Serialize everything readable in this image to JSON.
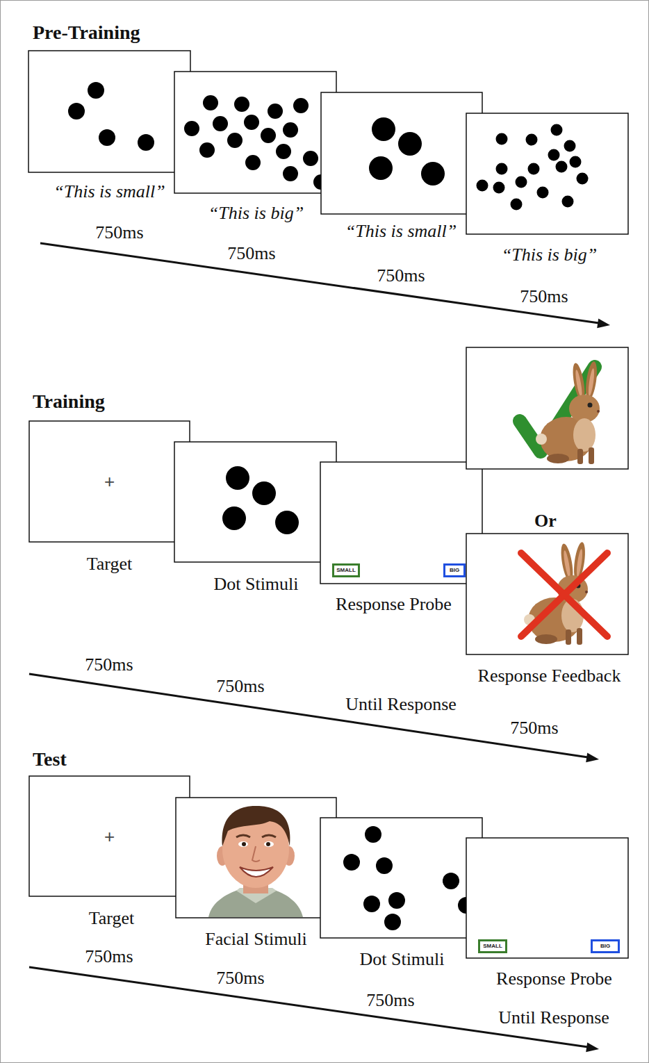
{
  "diagram": {
    "nodes": [
      {
        "text": [
          "“This is small”"
        ]
      },
      {
        "text": [
          "“This is big”"
        ]
      },
      {
        "text": [
          "“This is small”"
        ]
      },
      {
        "text": [
          "“This is big”"
        ]
      },
      {
        "text": [
          "+",
          "Target"
        ]
      },
      {
        "text": [
          "Dot Stimuli"
        ]
      },
      {
        "text": [
          "Response Probe"
        ]
      },
      {
        "text": [
          "SMALL"
        ],
        "in": 6
      },
      {
        "text": [
          "BIG"
        ],
        "in": 6
      },
      {
        "text": [
          "Response Feedback"
        ]
      },
      {
        "text": [
          "+",
          "Target"
        ]
      },
      {
        "text": [
          "Facial Stimuli"
        ]
      },
      {
        "text": [
          "Dot Stimuli"
        ]
      },
      {
        "text": [
          "Response Probe"
        ]
      },
      {
        "text": [
          "SMALL"
        ],
        "in": 13
      },
      {
        "text": [
          "BIG"
        ],
        "in": 13
      }
    ],
    "labels": [
      "Pre-Training",
      "750ms",
      "750ms",
      "750ms",
      "750ms",
      "Training",
      "Or",
      "750ms",
      "750ms",
      "Until Response",
      "750ms",
      "Test",
      "750ms",
      "750ms",
      "750ms",
      "Until Response"
    ]
  }
}
